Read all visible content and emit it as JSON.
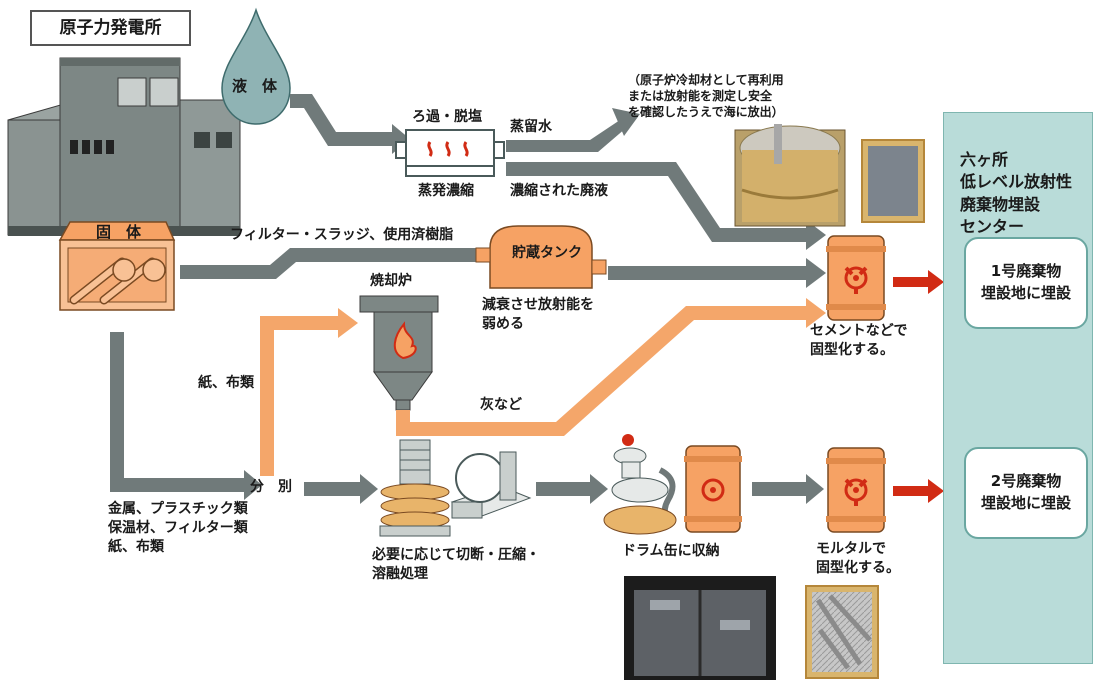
{
  "title": "原子力発電所",
  "liquid": {
    "label": "液　体",
    "filter_label": "ろ過・脱塩",
    "evap_label": "蒸発濃縮",
    "distilled_label": "蒸留水",
    "note_lines": [
      "（原子炉冷却材として再利用",
      "または放射能を測定し安全",
      "を確認したうえで海に放出）"
    ],
    "concentrated_label": "濃縮された廃液"
  },
  "solid": {
    "label": "固　体",
    "filter_sludge_label": "フィルター・スラッジ、使用済樹脂",
    "tank_label": "貯蔵タンク",
    "decay_lines": [
      "減衰させ放射能を",
      "弱める"
    ],
    "incinerator_label": "焼却炉",
    "paper_label": "紙、布類",
    "ash_label": "灰など",
    "cement_lines": [
      "セメントなどで",
      "固型化する。"
    ],
    "separation_label": "分　別",
    "materials_lines": [
      "金属、プラスチック類",
      "保温材、フィルター類",
      "紙、布類"
    ],
    "process_lines": [
      "必要に応じて切断・圧縮・",
      "溶融処理"
    ],
    "drum_label": "ドラム缶に収納",
    "mortar_lines": [
      "モルタルで",
      "固型化する。"
    ]
  },
  "center": {
    "title_lines": [
      "六ヶ所",
      "低レベル放射性",
      "廃棄物埋設",
      "センター"
    ],
    "site1_lines": [
      "1号廃棄物",
      "埋設地に埋設"
    ],
    "site2_lines": [
      "2号廃棄物",
      "埋設地に埋設"
    ]
  },
  "colors": {
    "gray_arrow": "#707a7a",
    "orange_arrow": "#f4a66a",
    "red_arrow": "#d12b14",
    "building": "#7d8785",
    "water_drop": "#8fb3b4",
    "solid_box": "#f6a264",
    "panel": "#b9dcd9"
  }
}
